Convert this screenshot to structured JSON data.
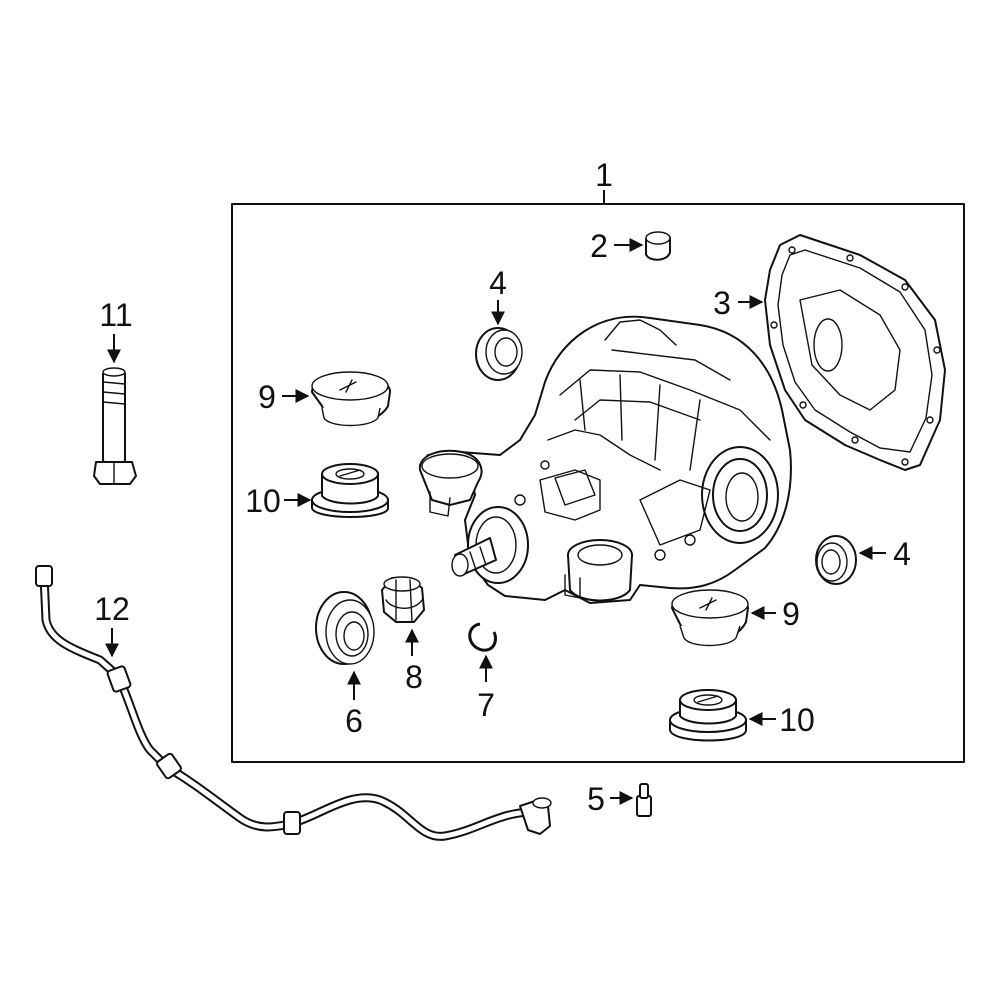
{
  "callouts": {
    "c1": "1",
    "c2": "2",
    "c3": "3",
    "c4a": "4",
    "c4b": "4",
    "c5": "5",
    "c6": "6",
    "c7": "7",
    "c8": "8",
    "c9a": "9",
    "c9b": "9",
    "c10a": "10",
    "c10b": "10",
    "c11": "11",
    "c12": "12"
  },
  "colors": {
    "line": "#111111",
    "background": "#ffffff"
  }
}
